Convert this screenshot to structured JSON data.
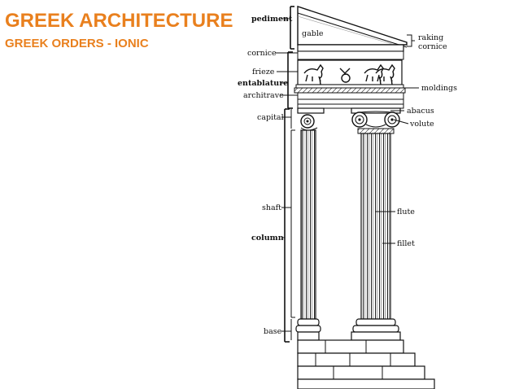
{
  "header": {
    "title": "GREEK ARCHITECTURE",
    "subtitle": "GREEK ORDERS - IONIC"
  },
  "labels": {
    "pediment": "pediment",
    "gable": "gable",
    "raking": "raking",
    "cornice_r": "cornice",
    "cornice": "cornice",
    "frieze": "frieze",
    "entablature": "entablature",
    "architrave": "architrave",
    "moldings": "moldings",
    "abacus": "abacus",
    "capital": "capital",
    "volute": "volute",
    "shaft": "shaft",
    "flute": "flute",
    "column": "column",
    "fillet": "fillet",
    "base": "base"
  },
  "colors": {
    "accent": "#e9801e",
    "ink": "#111111"
  }
}
